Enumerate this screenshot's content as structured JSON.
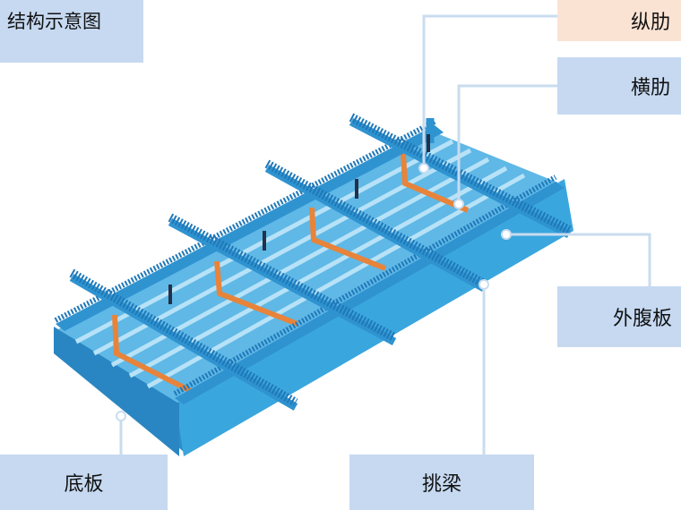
{
  "title": "结构示意图",
  "labels": {
    "longitudinal_rib": "纵肋",
    "transverse_rib": "横肋",
    "outer_web": "外腹板",
    "bottom_plate": "底板",
    "cantilever_beam": "挑梁"
  },
  "colors": {
    "steel_blue": "#3aa0d8",
    "steel_dark": "#1f78b8",
    "steel_light": "#8fd0f2",
    "orange_rib": "#e8833a",
    "label_blue": "#c6d9f1",
    "label_peach": "#fbe3d4",
    "leader_line": "#c9dcef"
  }
}
